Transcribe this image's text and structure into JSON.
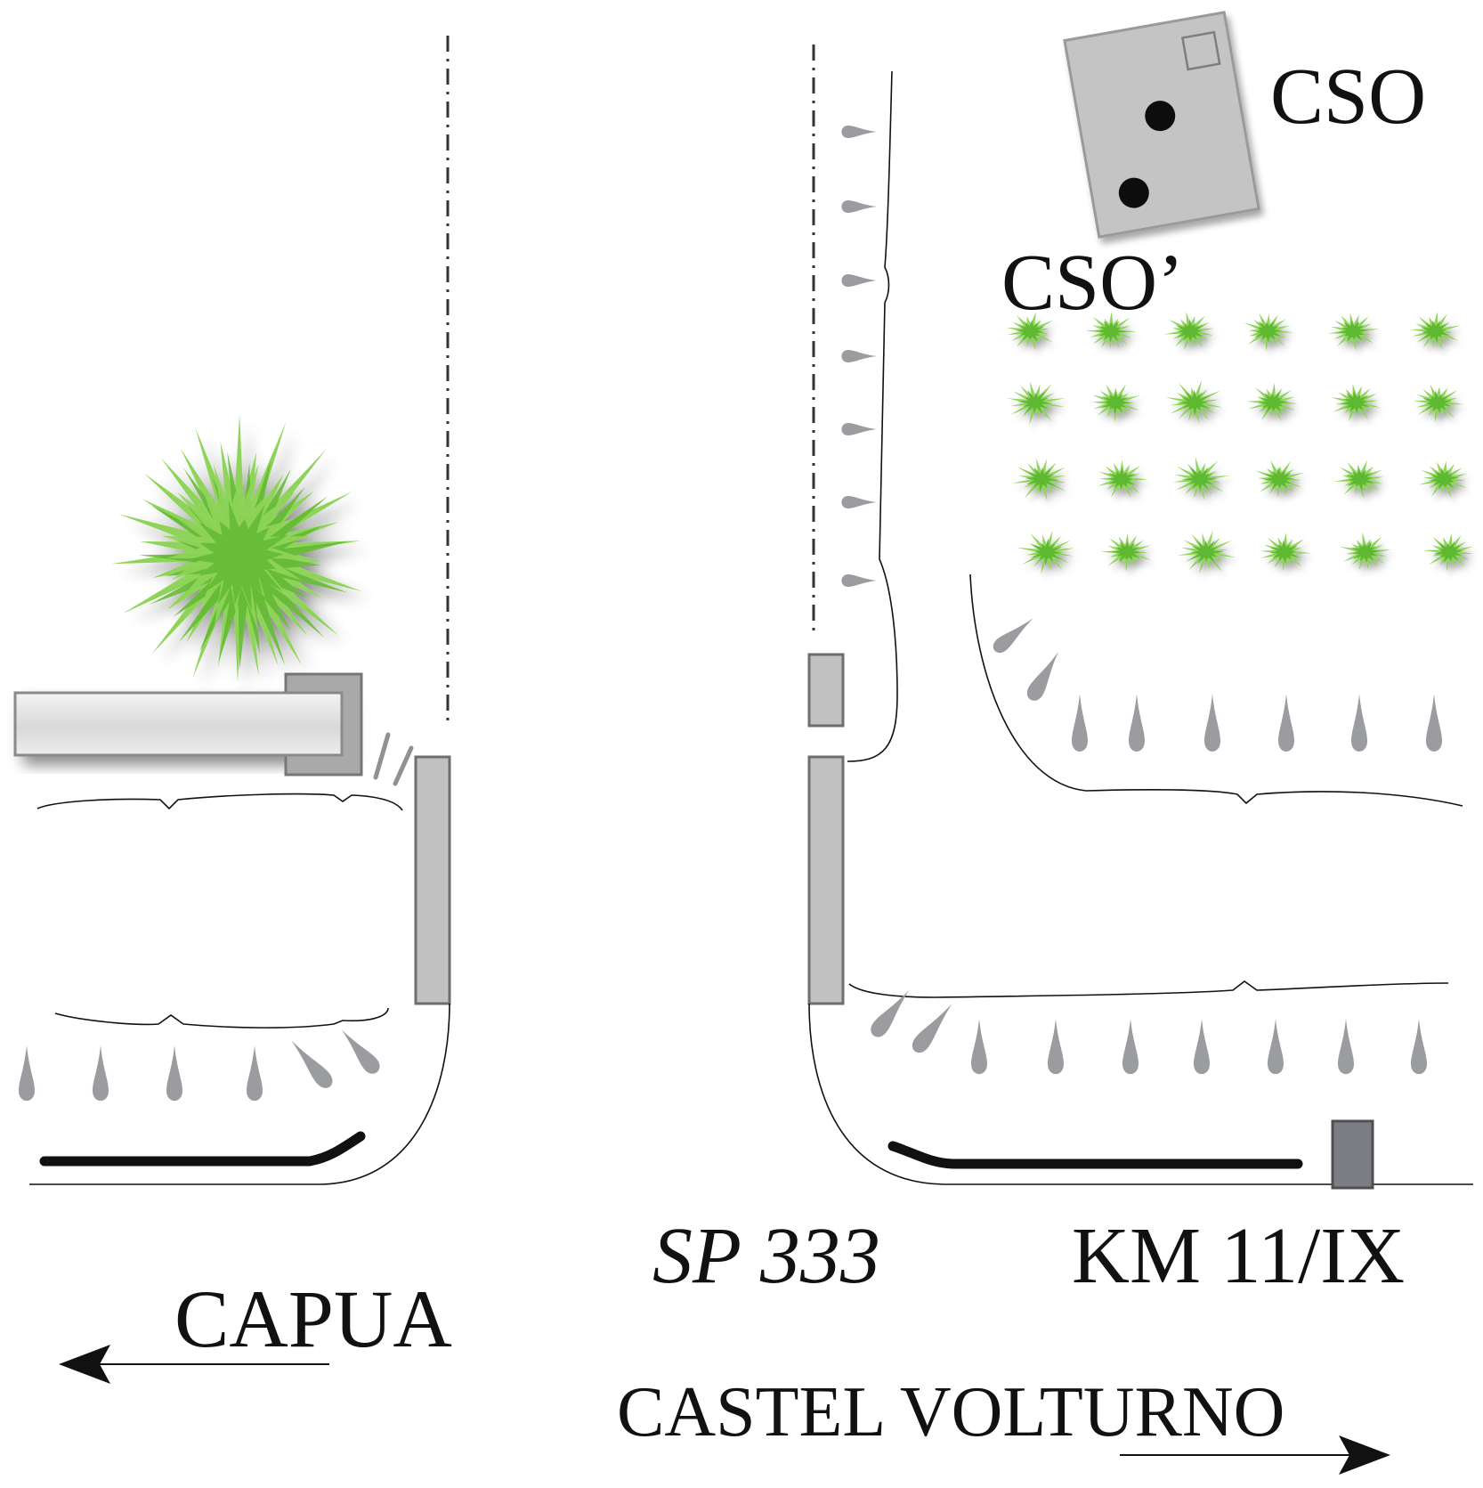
{
  "labels": {
    "cso": "CSO",
    "cso_prime": "CSO’",
    "sp333": "SP 333",
    "km": "KM 11/IX",
    "capua": "CAPUA",
    "castel_volturno": "CASTEL VOLTURNO"
  },
  "colors": {
    "foliage_light": "#8fd45a",
    "foliage_dark": "#5fb830",
    "barrier_fill": "#c1c1c1",
    "barrier_stroke": "#6e6e6e",
    "marker_fill": "#7a7d82",
    "cso_box": "#c4c4c4",
    "drop": "#9a9ca0"
  },
  "icons": {
    "tree": "bush-icon",
    "plant": "plant-icon",
    "drop": "drop-icon",
    "arrow_left": "arrow-left-icon",
    "arrow_right": "arrow-right-icon",
    "cso_box": "cso-box-icon"
  }
}
